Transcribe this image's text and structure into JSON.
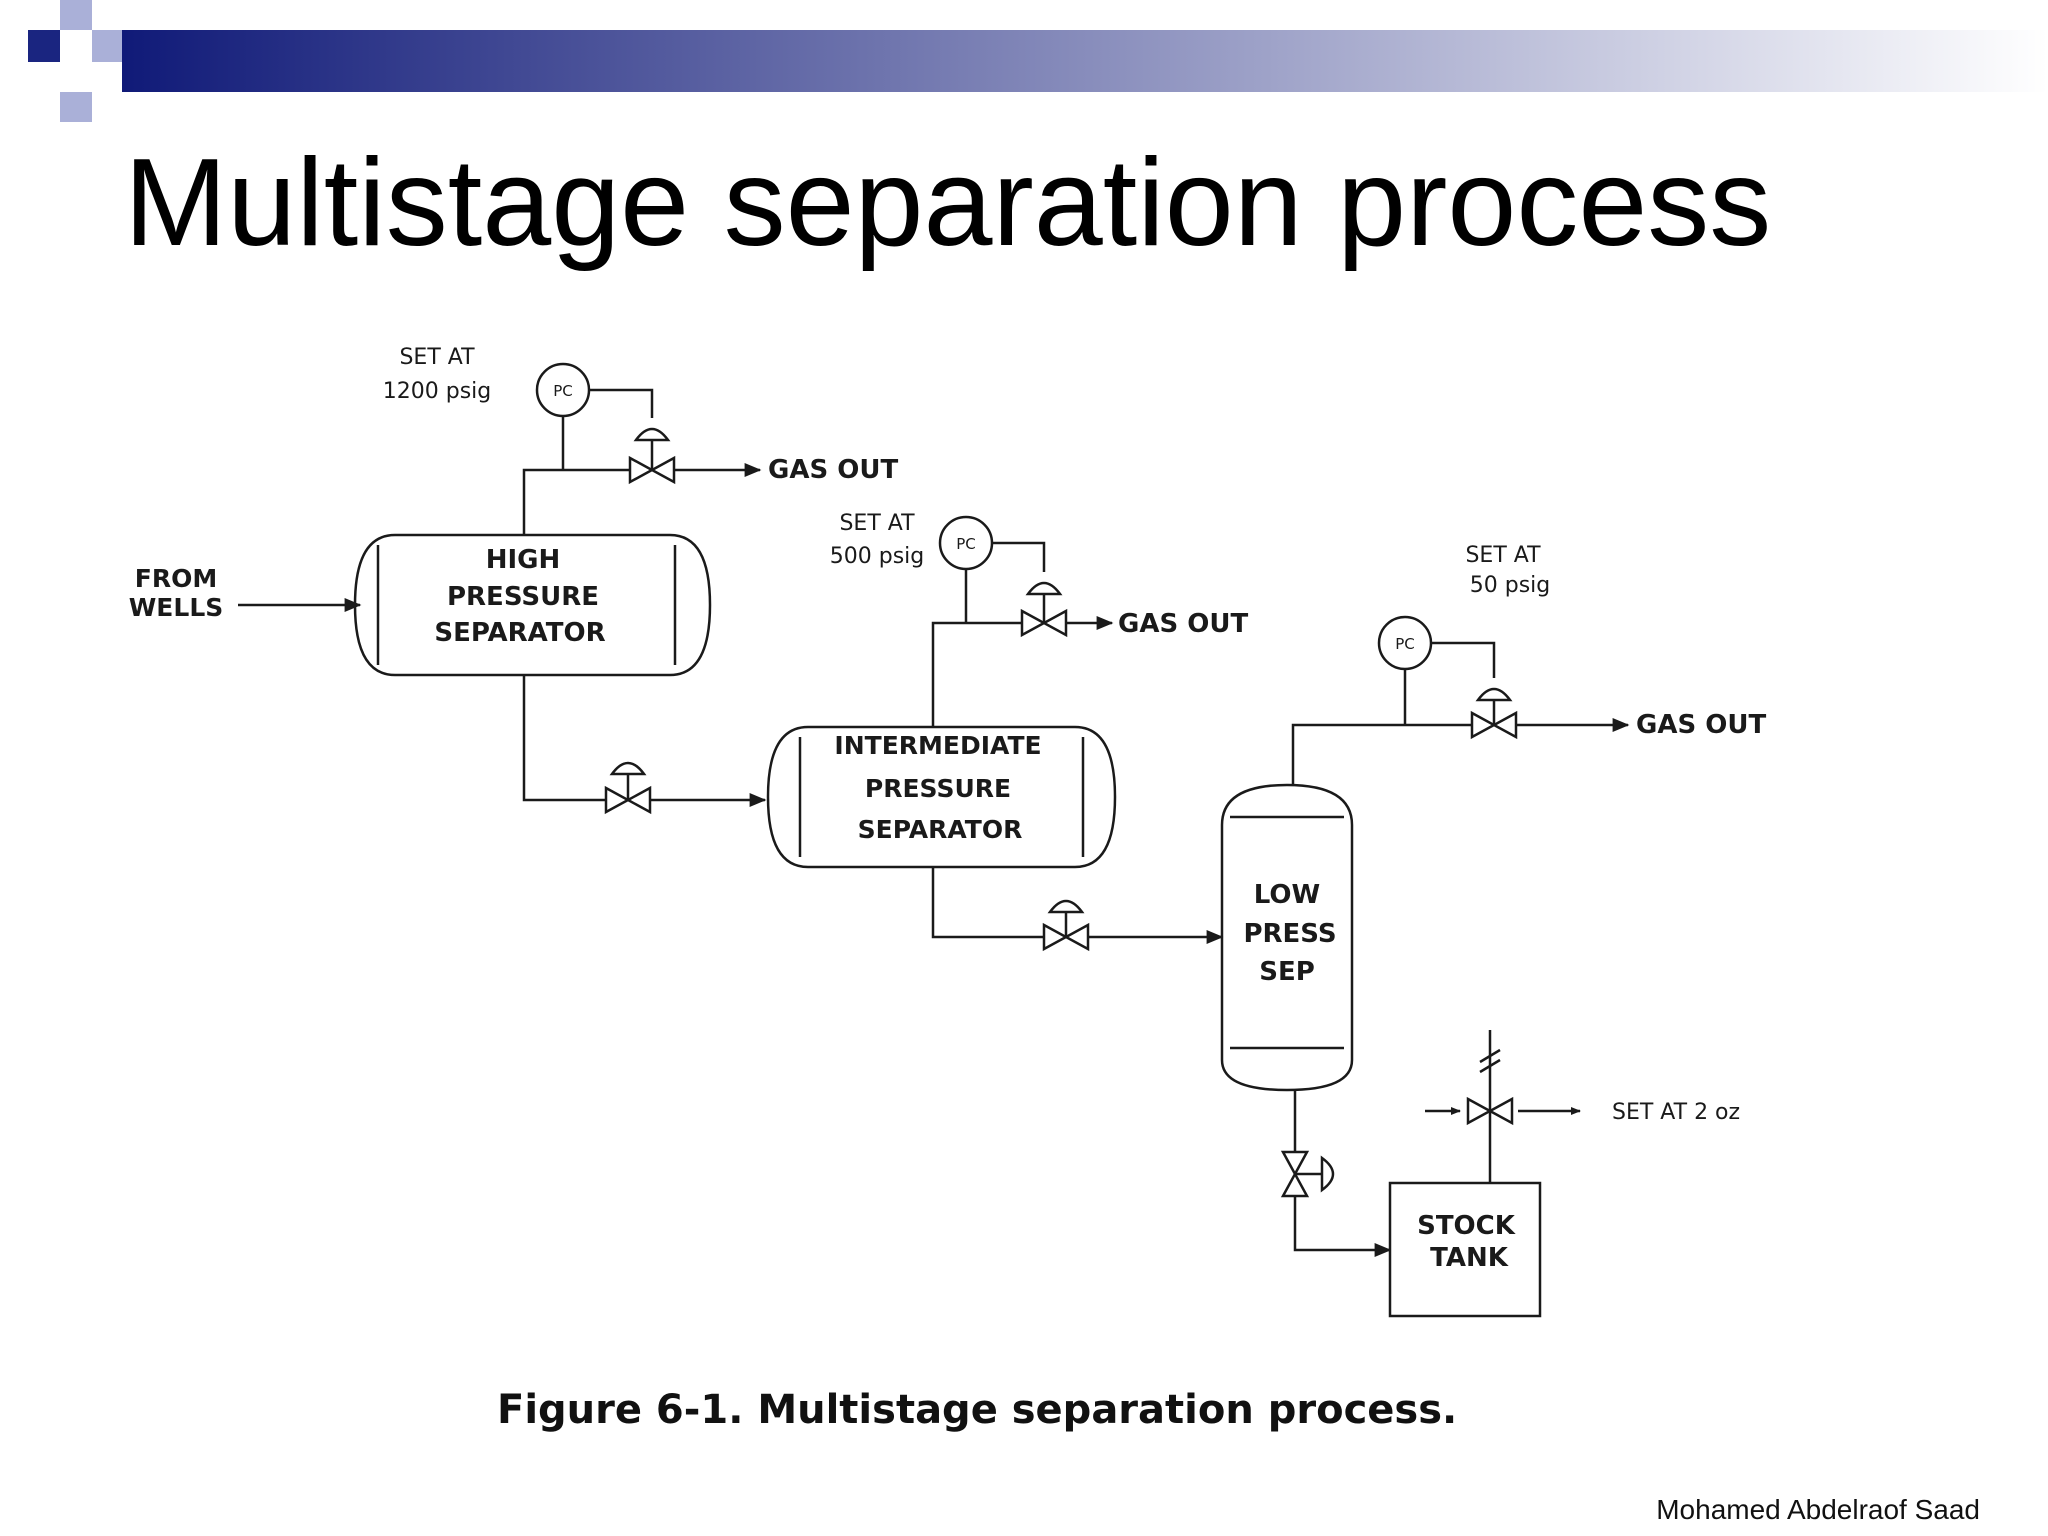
{
  "slide": {
    "title": "Multistage separation process",
    "footer": "Mohamed Abdelraof Saad"
  },
  "colors": {
    "banner_dark": "#101a78",
    "banner_light": "#ffffff",
    "square_dark": "#1a2580",
    "square_light": "#aab0d8",
    "line": "#1a1a1a"
  },
  "figure": {
    "caption": "Figure 6-1. Multistage separation process.",
    "inlet": {
      "line1": "FROM",
      "line2": "WELLS"
    },
    "vessels": {
      "high": {
        "line1": "HIGH",
        "line2": "PRESSURE",
        "line3": "SEPARATOR"
      },
      "intermediate": {
        "line1": "INTERMEDIATE",
        "line2": "PRESSURE",
        "line3": "SEPARATOR"
      },
      "low": {
        "line1": "LOW",
        "line2": "PRESS",
        "line3": "SEP"
      },
      "stock": {
        "line1": "STOCK",
        "line2": "TANK"
      }
    },
    "controllers": {
      "pc_label": "PC"
    },
    "setpoints": {
      "high": {
        "line1": "SET AT",
        "line2": "1200 psig"
      },
      "intermediate": {
        "line1": "SET AT",
        "line2": "500 psig"
      },
      "low": {
        "line1": "SET AT",
        "line2": "50 psig"
      },
      "stock": "SET AT 2 oz"
    },
    "outlets": {
      "gas1": "GAS OUT",
      "gas2": "GAS OUT",
      "gas3": "GAS OUT"
    }
  }
}
